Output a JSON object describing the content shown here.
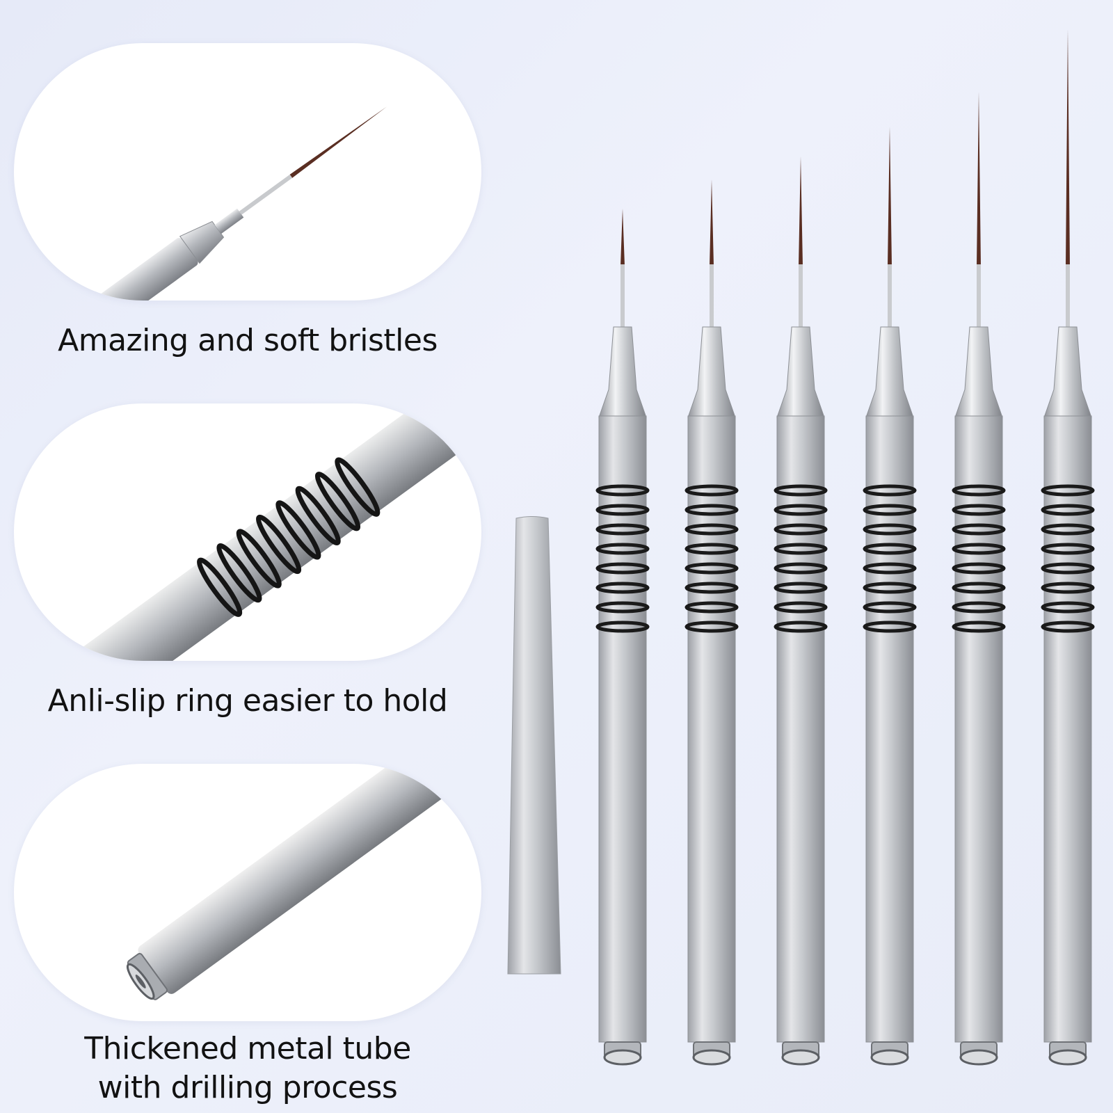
{
  "features": [
    {
      "caption": "Amazing and soft bristles",
      "icon": "brush-tip-closeup-icon"
    },
    {
      "caption": "Anli-slip ring easier to hold",
      "icon": "grip-ring-closeup-icon"
    },
    {
      "caption": "Thickened metal tube",
      "caption_line2": "with drilling process",
      "icon": "metal-tube-closeup-icon"
    }
  ],
  "product": {
    "brush_count": 6,
    "has_cap": true,
    "handle_color": "#b9bcc2",
    "ring_color": "#1a1a1a",
    "bristle_color": "#5a2e22",
    "background_color": "#e8ecf8"
  }
}
